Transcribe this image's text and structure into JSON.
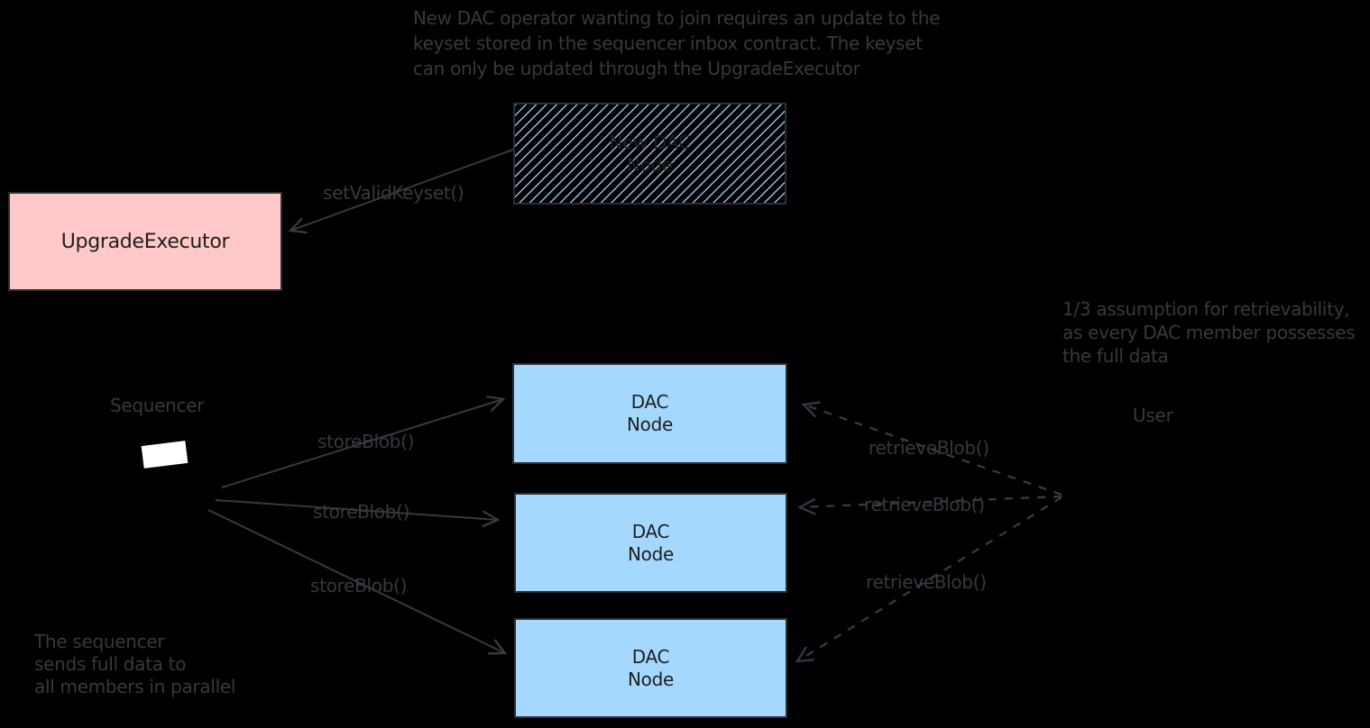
{
  "colors": {
    "background": "#000000",
    "box_stroke": "#2b3036",
    "box_text": "#1e1e1e",
    "annotation_text": "#343a40",
    "arrow": "#343a40",
    "pink_fill": "#ffc9c9",
    "blue_fill": "#a5d8ff",
    "hatch_stroke": "#a5d8ff",
    "sequencer_screen": "#ffffff"
  },
  "annotations": {
    "top_note": "New DAC operator wanting to join requires an update to the\nkeyset stored in the sequencer inbox contract. The keyset\ncan only be updated through the UpgradeExecutor",
    "assumption_note": "1/3 assumption for retrievability,\nas every DAC member possesses\nthe full data",
    "sequencer_note": "The sequencer\nsends full data to\nall members in parallel"
  },
  "nodes": {
    "upgrade_executor": {
      "label": "UpgradeExecutor"
    },
    "new_dac_node": {
      "label": "New DAC\nNode"
    },
    "dac_nodes": [
      {
        "label": "DAC\nNode"
      },
      {
        "label": "DAC\nNode"
      },
      {
        "label": "DAC\nNode"
      }
    ],
    "sequencer": {
      "label": "Sequencer"
    },
    "user": {
      "label": "User"
    }
  },
  "edges": {
    "set_valid_keyset": {
      "label": "setValidKeyset()"
    },
    "store_blob": [
      {
        "label": "storeBlob()"
      },
      {
        "label": "storeBlob()"
      },
      {
        "label": "storeBlob()"
      }
    ],
    "retrieve_blob": [
      {
        "label": "retrieveBlob()"
      },
      {
        "label": "retrieveBlob()"
      },
      {
        "label": "retrieveBlob()"
      }
    ]
  }
}
